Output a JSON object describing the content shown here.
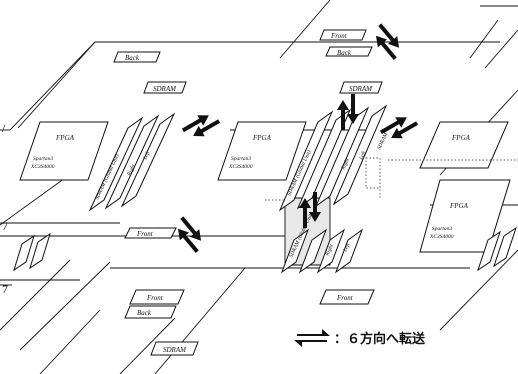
{
  "labels": {
    "back": "Back",
    "front": "Front",
    "sdram": "SDRAM",
    "fpga": "FPGA",
    "spartan_line1": "Spartan3",
    "spartan_line2": "XC3S4000",
    "sdram_wide": "SDRAM (Global Unit)",
    "right": "Right",
    "left": "Left",
    "sdram_side": "SDRAM"
  },
  "legend": {
    "text": "：６方向へ転送",
    "arrow_icon": "bidirectional-transfer-arrow-icon"
  }
}
